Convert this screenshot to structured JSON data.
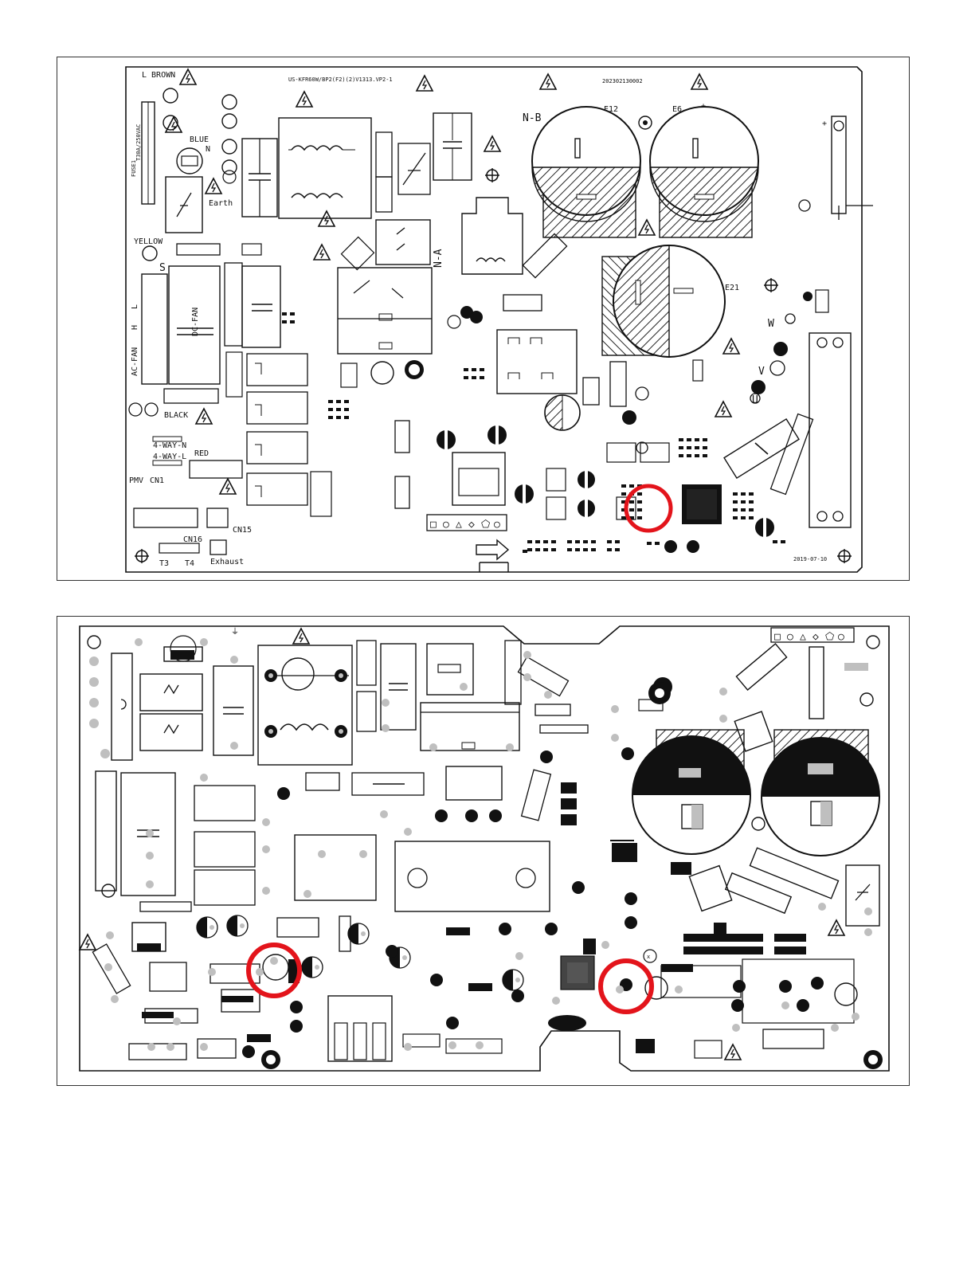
{
  "top_board": {
    "part_number": "US-KFR60W/BP2(F2)(2)V1313.VP2-1",
    "serial": "202302130002",
    "date_code": "2019-07-10",
    "labels": {
      "l_brown": "L BROWN",
      "blue": "BLUE",
      "n": "N",
      "earth": "Earth",
      "yellow": "YELLOW",
      "s": "S",
      "l": "L",
      "ac_fan": "AC-FAN",
      "h": "H",
      "dc_fan": "DC-FAN",
      "black": "BLACK",
      "four_way_n": "4-WAY-N",
      "four_way_l": "4-WAY-L",
      "red": "RED",
      "pmv": "PMV",
      "cn1": "CN1",
      "cn16": "CN16",
      "t3": "T3",
      "t4": "T4",
      "exhaust": "Exhaust",
      "cn15": "CN15",
      "n_b": "N-B",
      "n_a": "N-A",
      "e12": "E12",
      "e6": "E6",
      "e21": "E21",
      "plus": "+",
      "u": "U",
      "v": "V",
      "w": "W",
      "fuse": "FUSE1",
      "fuse_rating": "T30A/250VAC"
    },
    "shape_legend": [
      "□",
      "○",
      "△",
      "◇",
      "⬠",
      "○"
    ]
  },
  "bottom_board": {
    "shape_legend": [
      "□",
      "○",
      "△",
      "◇",
      "⬠",
      "○"
    ]
  },
  "colors": {
    "highlight": "#e3141b",
    "trace": "#111111",
    "pad": "#bfbfbf",
    "hatch": "#222222"
  },
  "icons": {
    "hazard": "high-voltage-warning-icon",
    "mount_hole": "mounting-hole-icon",
    "ground": "earth-ground-icon",
    "arrow": "right-arrow-icon"
  }
}
